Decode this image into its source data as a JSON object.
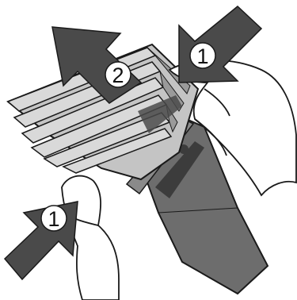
{
  "illustration": {
    "colors": {
      "background": "#ffffff",
      "outline": "#1a1a1a",
      "arrow_fill": "#4a4a4a",
      "badge_fill": "#ffffff",
      "comb_fill": "#c4c4c4",
      "comb_shade": "#9a9a9a",
      "clipper_body": "#6d6d6d",
      "clipper_dark": "#3c3c3c",
      "skin": "#ffffff"
    },
    "steps": [
      {
        "number": "1"
      },
      {
        "number": "2"
      },
      {
        "number": "1"
      }
    ]
  }
}
